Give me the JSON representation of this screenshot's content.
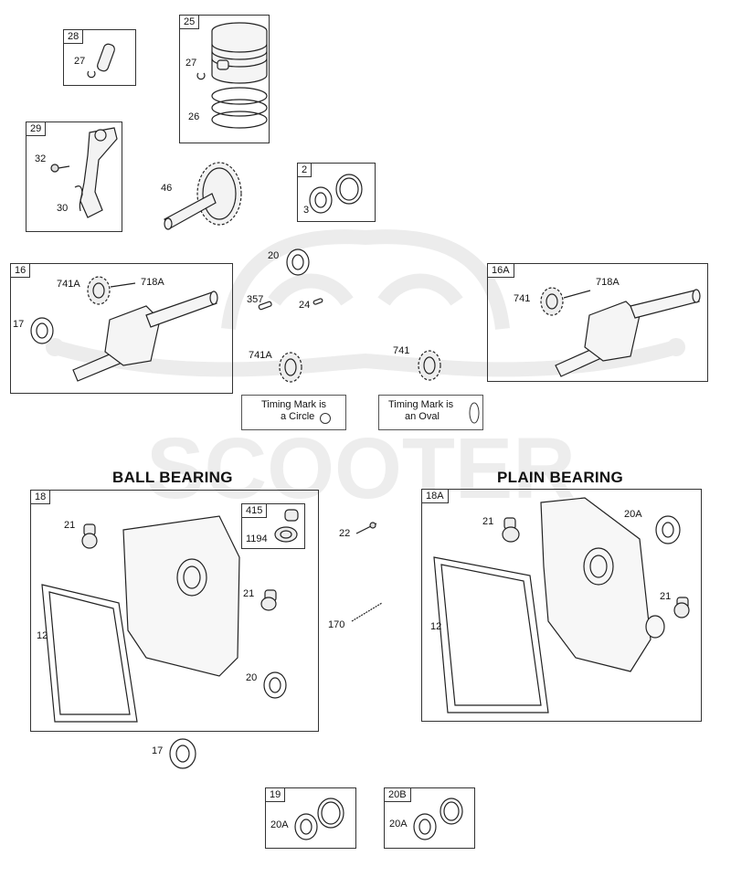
{
  "watermark": {
    "word": "SCOOTER"
  },
  "sections": {
    "ball": "BALL BEARING",
    "plain": "PLAIN BEARING"
  },
  "boxes": {
    "b28": "28",
    "b25": "25",
    "b29": "29",
    "b2": "2",
    "b16": "16",
    "b16a": "16A",
    "b18": "18",
    "b415": "415",
    "b18a": "18A",
    "b19": "19",
    "b20b": "20B"
  },
  "labels": {
    "l27a": "27",
    "l27b": "27",
    "l26": "26",
    "l32": "32",
    "l30": "30",
    "l46": "46",
    "l3": "3",
    "l741a_1": "741A",
    "l718a_1": "718A",
    "l17a": "17",
    "l20a": "20",
    "l357": "357",
    "l24": "24",
    "l741a_2": "741A",
    "l741_2": "741",
    "l741_r": "741",
    "l718a_r": "718A",
    "l21a": "21",
    "l1194": "1194",
    "l21b": "21",
    "l12a": "12",
    "l20b": "20",
    "l22": "22",
    "l170": "170",
    "l21c": "21",
    "l20a_r": "20A",
    "l21d": "21",
    "l12b": "12",
    "l17b": "17",
    "l20a_19": "20A",
    "l20a_20b": "20A"
  },
  "notes": {
    "circle": {
      "line1": "Timing Mark is",
      "line2": "a Circle"
    },
    "oval": {
      "line1": "Timing Mark is",
      "line2": "an Oval"
    }
  }
}
